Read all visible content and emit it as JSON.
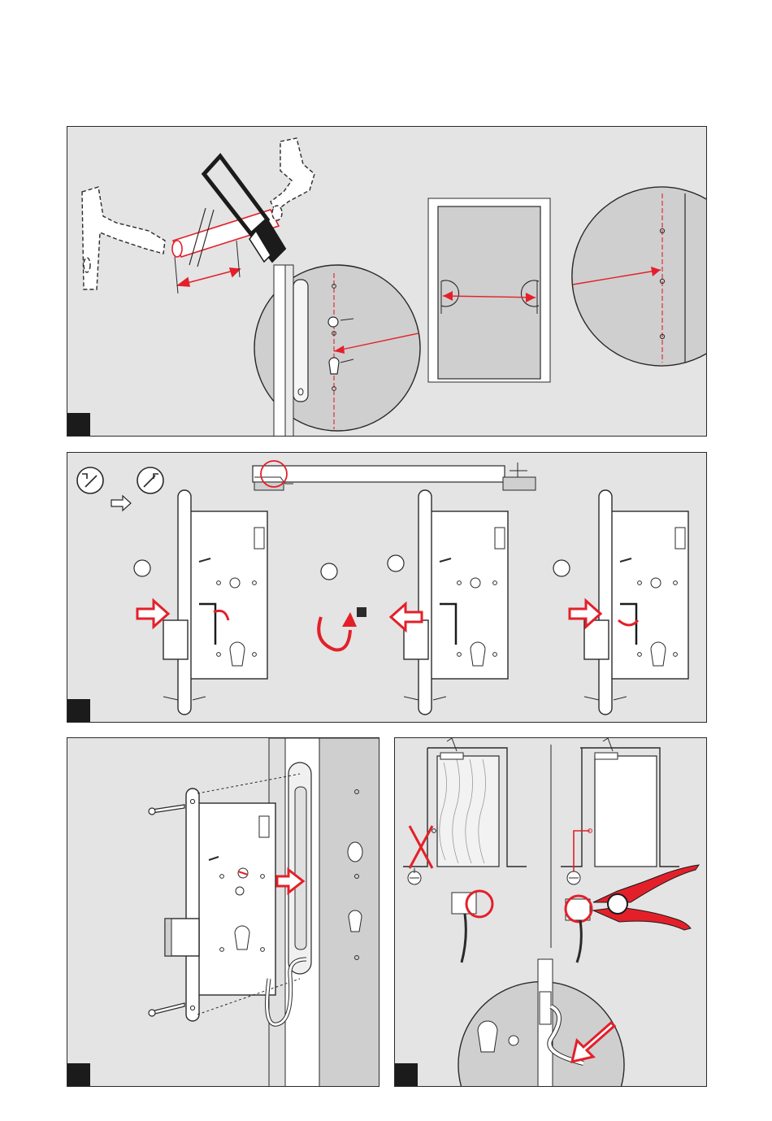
{
  "colors": {
    "panel_bg": "#e4e4e4",
    "outline": "#2a2a2a",
    "accent_red": "#e3202a",
    "door_gray": "#cfcfcf",
    "badge": "#1b1b1b",
    "wood": "#f2f2f2"
  },
  "panels": [
    {
      "id": "step-1",
      "badge": ""
    },
    {
      "id": "step-2",
      "badge": ""
    },
    {
      "id": "step-3",
      "badge": ""
    },
    {
      "id": "step-4",
      "badge": ""
    }
  ],
  "icons": [
    "hacksaw-icon",
    "lock-case-icon",
    "hex-key-icon",
    "screw-icon",
    "earth-ground-icon",
    "pliers-icon",
    "push-arrow-icon"
  ]
}
